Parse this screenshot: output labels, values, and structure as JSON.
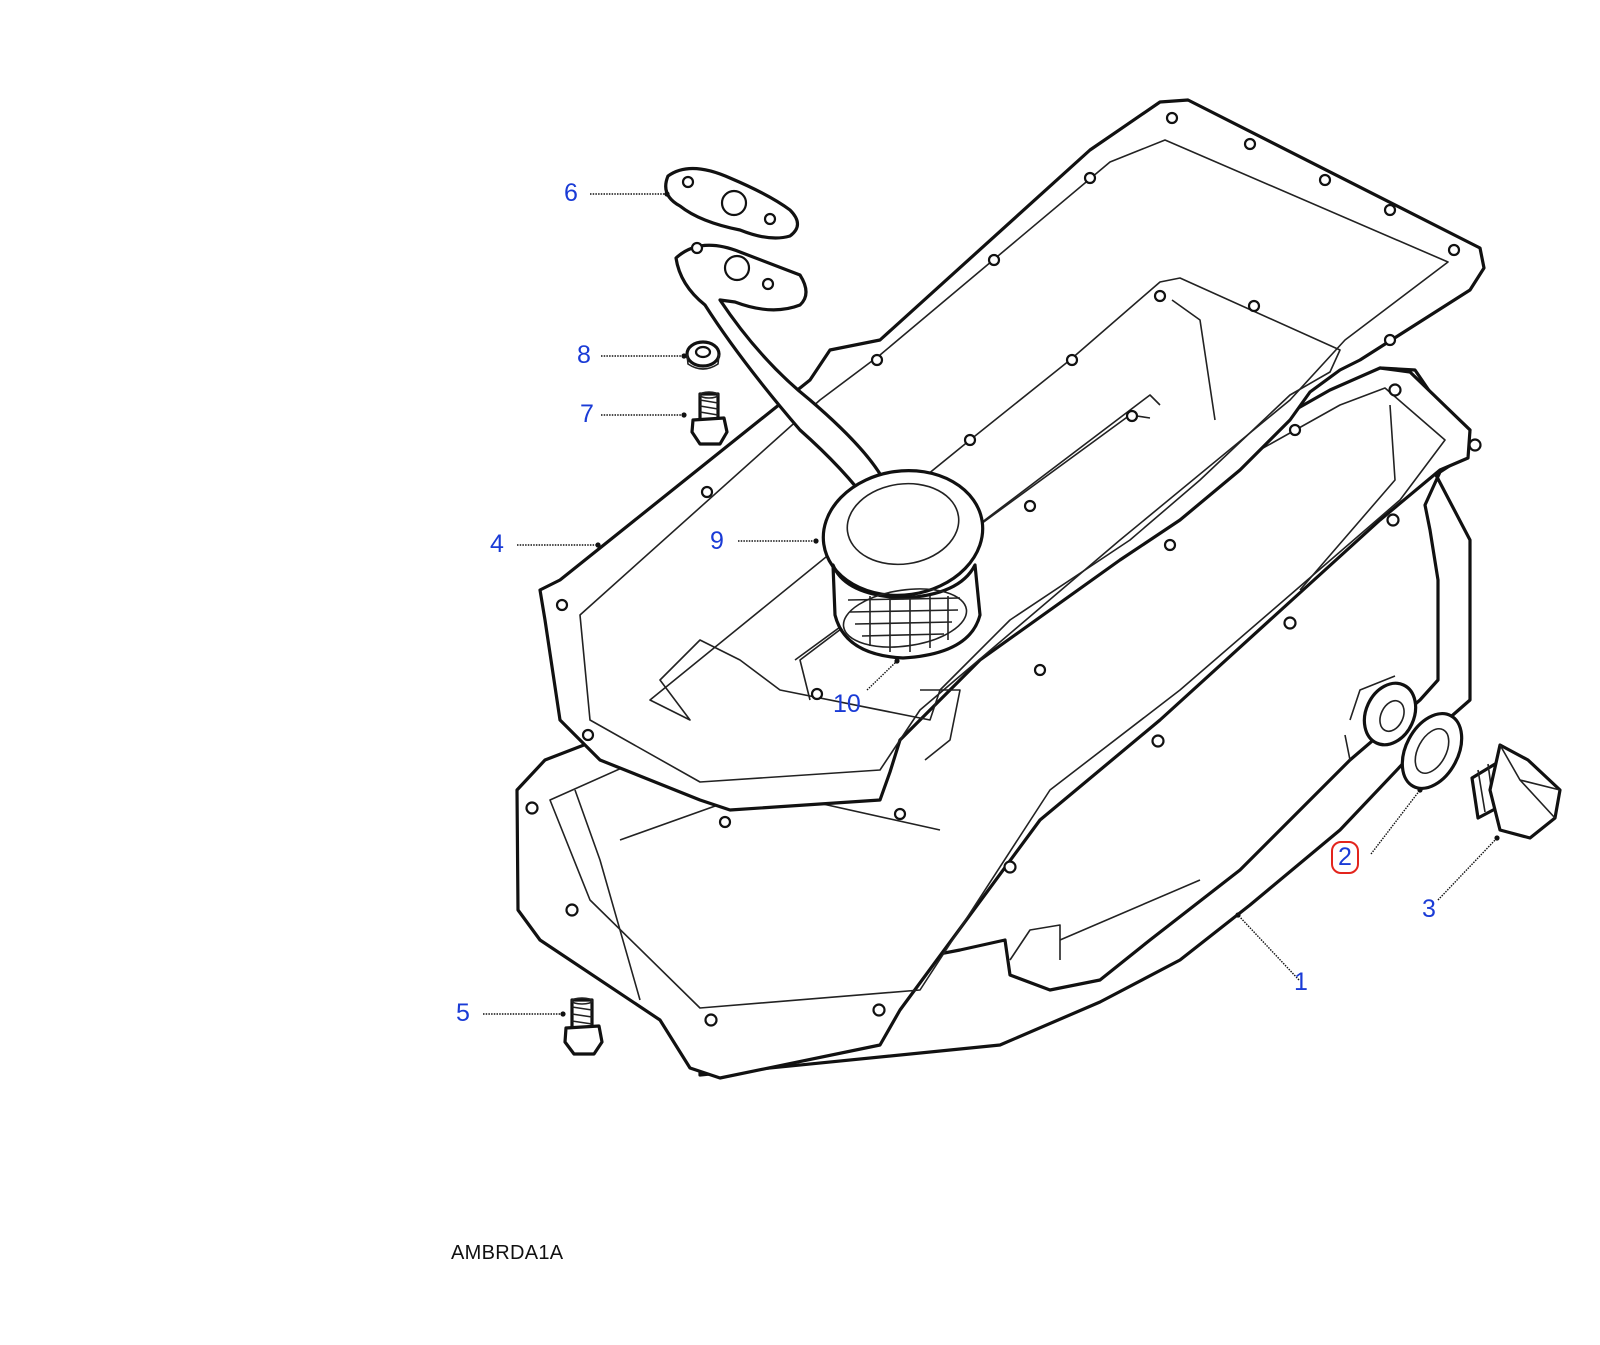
{
  "diagram": {
    "reference_code": "AMBRDA1A",
    "selected_callout": "2",
    "callouts": [
      {
        "id": "1",
        "label": "1"
      },
      {
        "id": "2",
        "label": "2"
      },
      {
        "id": "3",
        "label": "3"
      },
      {
        "id": "4",
        "label": "4"
      },
      {
        "id": "5",
        "label": "5"
      },
      {
        "id": "6",
        "label": "6"
      },
      {
        "id": "7",
        "label": "7"
      },
      {
        "id": "8",
        "label": "8"
      },
      {
        "id": "9",
        "label": "9"
      },
      {
        "id": "10",
        "label": "10"
      }
    ],
    "colors": {
      "callout_text": "#1a3bd6",
      "selection_outline": "#e3241c",
      "line_art": "#111111"
    }
  }
}
